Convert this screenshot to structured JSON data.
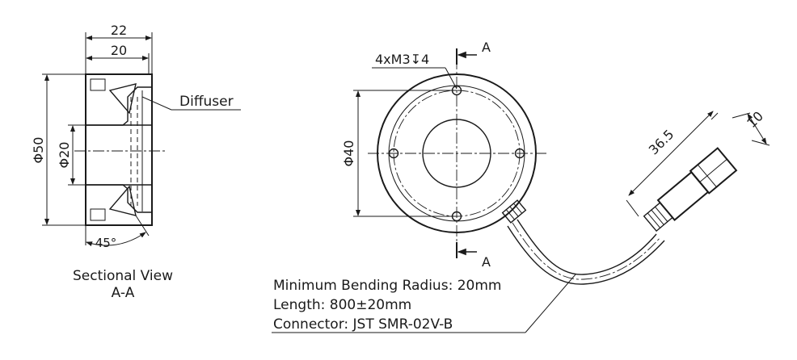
{
  "section_view": {
    "dim_width_outer": "22",
    "dim_width_inner": "20",
    "dim_outer_diameter": "Φ50",
    "dim_inner_diameter": "Φ20",
    "dim_angle": "45°",
    "label_diffuser": "Diffuser",
    "caption_line1": "Sectional View",
    "caption_line2": "A-A"
  },
  "front_view": {
    "dim_holes": "4xM3↧4",
    "section_mark_top": "A",
    "section_mark_bottom": "A",
    "dim_bolt_circle": "Φ40"
  },
  "connector_view": {
    "dim_length": "36.5",
    "dim_width": "10"
  },
  "notes": {
    "bending_radius": "Minimum Bending Radius: 20mm",
    "length": "Length: 800±20mm",
    "connector": "Connector: JST SMR-02V-B"
  }
}
